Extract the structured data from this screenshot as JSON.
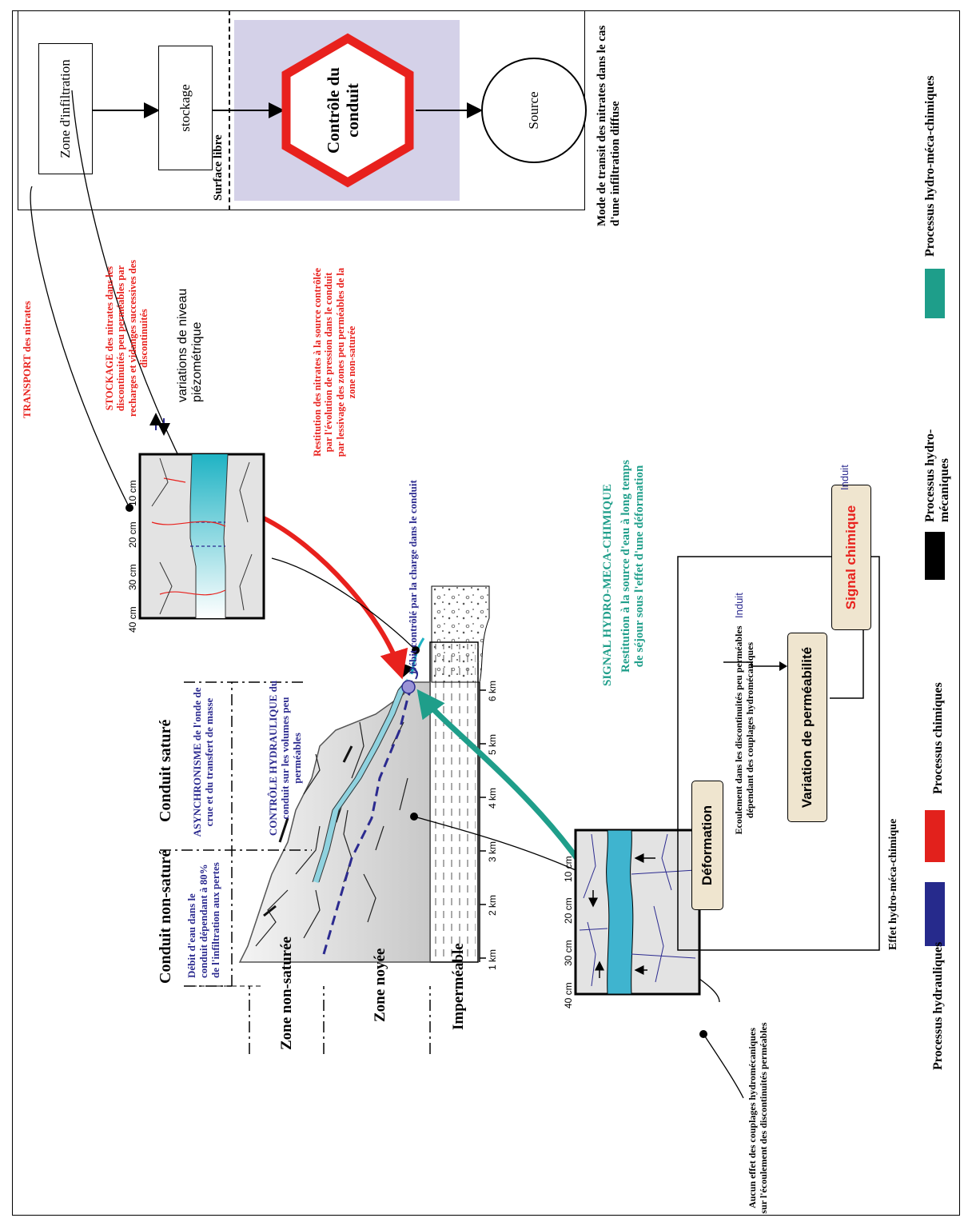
{
  "schema": {
    "boxes": [
      "Zone d'infiltration",
      "stockage",
      "Contrôle du conduit",
      "Source"
    ],
    "free_surface_label": "Surface libre",
    "caption": "Mode de transit des nitrates dans le cas d'une infiltration diffuse"
  },
  "zones": {
    "unsaturated": "Zone non-saturée",
    "flooded": "Zone noyée",
    "impermeable": "Imperméable"
  },
  "conduits": {
    "unsaturated_title": "Conduit non-saturé",
    "unsaturated_note": "Débit d'eau dans le conduit dépendant à 80% de l'infiltration aux pertes",
    "saturated_title": "Conduit saturé",
    "asynchronism": "ASYNCHRONISME de l'onde de crue et du transfert de masse",
    "hydraulic_control": "CONTRÔLE HYDRAULIQUE du conduit sur les volumes peu perméables"
  },
  "distance_axis": [
    "1 km",
    "2 km",
    "3 km",
    "4 km",
    "5 km",
    "6 km"
  ],
  "scale_ticks": [
    "40 cm",
    "30 cm",
    "20 cm",
    "10 cm"
  ],
  "labels": {
    "transport": "TRANSPORT des nitrates",
    "storage": "STOCKAGE des nitrates dans les discontinuités peu perméables par recharges et vidanges successives des discontinuités",
    "piezo": "variations de niveau piézométrique",
    "restitution": "Restitution des nitrates à la source contrôlée par l'évolution de pression dans le conduit par lessivage des zones peu perméables de la zone non-saturée",
    "debit": "Débit contrôlé par la charge dans le conduit",
    "signal_title": "SIGNAL HYDRO-MECA-CHIMIQUE",
    "signal_text": "Restitution à la source d'eau à long temps de séjour sous l'effet d'une déformation",
    "ecoulement": "Ecoulement dans les discontinuités peu perméables dépendant des couplages hydromécaniques",
    "aucun": "Aucun effet des couplages hydromécaniques sur l'écoulement des discontinuités perméables"
  },
  "effect": {
    "boxes": [
      "Déformation",
      "Variation de perméabilité",
      "Signal chimique"
    ],
    "arrow_label": "Induit",
    "caption": "Effet hydro-méca-chimique"
  },
  "legend": [
    {
      "label": "Processus hydrauliques",
      "color": "#262a8c"
    },
    {
      "label": "Processus chimiques",
      "color": "#e2211c"
    },
    {
      "label": "Processus hydro-mécaniques",
      "color": "#000000"
    },
    {
      "label": "Processus hydro-méca-chimiques",
      "color": "#1e9e8a"
    }
  ],
  "colors": {
    "red": "#e8211d",
    "blue": "#2b2a8f",
    "teal": "#1f9e8a",
    "schema_bg": "#d4d1e8",
    "water": "#8fd2df",
    "box_fill": "#efe5cf"
  }
}
